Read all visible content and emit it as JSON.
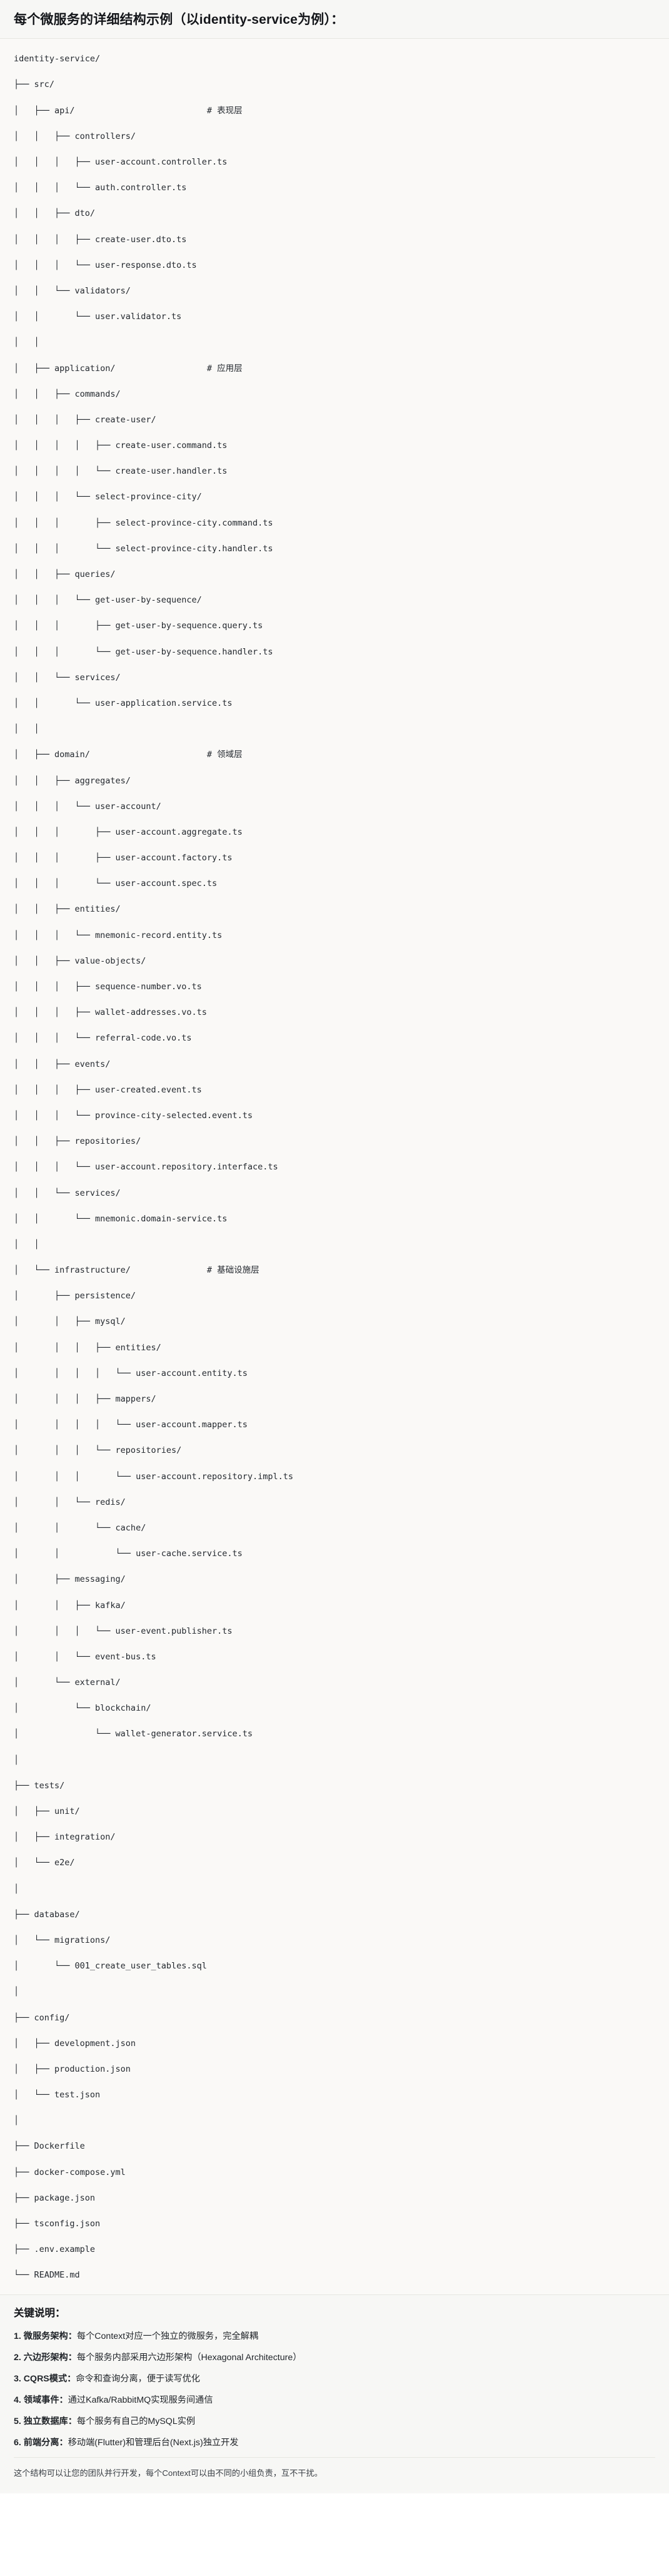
{
  "header": {
    "title": "每个微服务的详细结构示例（以identity-service为例）："
  },
  "tree": {
    "lines": [
      "identity-service/",
      "├── src/",
      "│   ├── api/                          # 表现层",
      "│   │   ├── controllers/",
      "│   │   │   ├── user-account.controller.ts",
      "│   │   │   └── auth.controller.ts",
      "│   │   ├── dto/",
      "│   │   │   ├── create-user.dto.ts",
      "│   │   │   └── user-response.dto.ts",
      "│   │   └── validators/",
      "│   │       └── user.validator.ts",
      "│   │",
      "│   ├── application/                  # 应用层",
      "│   │   ├── commands/",
      "│   │   │   ├── create-user/",
      "│   │   │   │   ├── create-user.command.ts",
      "│   │   │   │   └── create-user.handler.ts",
      "│   │   │   └── select-province-city/",
      "│   │   │       ├── select-province-city.command.ts",
      "│   │   │       └── select-province-city.handler.ts",
      "│   │   ├── queries/",
      "│   │   │   └── get-user-by-sequence/",
      "│   │   │       ├── get-user-by-sequence.query.ts",
      "│   │   │       └── get-user-by-sequence.handler.ts",
      "│   │   └── services/",
      "│   │       └── user-application.service.ts",
      "│   │",
      "│   ├── domain/                       # 领域层",
      "│   │   ├── aggregates/",
      "│   │   │   └── user-account/",
      "│   │   │       ├── user-account.aggregate.ts",
      "│   │   │       ├── user-account.factory.ts",
      "│   │   │       └── user-account.spec.ts",
      "│   │   ├── entities/",
      "│   │   │   └── mnemonic-record.entity.ts",
      "│   │   ├── value-objects/",
      "│   │   │   ├── sequence-number.vo.ts",
      "│   │   │   ├── wallet-addresses.vo.ts",
      "│   │   │   └── referral-code.vo.ts",
      "│   │   ├── events/",
      "│   │   │   ├── user-created.event.ts",
      "│   │   │   └── province-city-selected.event.ts",
      "│   │   ├── repositories/",
      "│   │   │   └── user-account.repository.interface.ts",
      "│   │   └── services/",
      "│   │       └── mnemonic.domain-service.ts",
      "│   │",
      "│   └── infrastructure/               # 基础设施层",
      "│       ├── persistence/",
      "│       │   ├── mysql/",
      "│       │   │   ├── entities/",
      "│       │   │   │   └── user-account.entity.ts",
      "│       │   │   ├── mappers/",
      "│       │   │   │   └── user-account.mapper.ts",
      "│       │   │   └── repositories/",
      "│       │   │       └── user-account.repository.impl.ts",
      "│       │   └── redis/",
      "│       │       └── cache/",
      "│       │           └── user-cache.service.ts",
      "│       ├── messaging/",
      "│       │   ├── kafka/",
      "│       │   │   └── user-event.publisher.ts",
      "│       │   └── event-bus.ts",
      "│       └── external/",
      "│           └── blockchain/",
      "│               └── wallet-generator.service.ts",
      "│",
      "├── tests/",
      "│   ├── unit/",
      "│   ├── integration/",
      "│   └── e2e/",
      "│",
      "├── database/",
      "│   └── migrations/",
      "│       └── 001_create_user_tables.sql",
      "│",
      "├── config/",
      "│   ├── development.json",
      "│   ├── production.json",
      "│   └── test.json",
      "│",
      "├── Dockerfile",
      "├── docker-compose.yml",
      "├── package.json",
      "├── tsconfig.json",
      "├── .env.example",
      "└── README.md"
    ]
  },
  "notes": {
    "title": "关键说明：",
    "items": [
      {
        "num": "1.",
        "label": "微服务架构：",
        "desc": "每个Context对应一个独立的微服务，完全解耦"
      },
      {
        "num": "2.",
        "label": "六边形架构：",
        "desc": "每个服务内部采用六边形架构（Hexagonal Architecture）"
      },
      {
        "num": "3.",
        "label": "CQRS模式：",
        "desc": "命令和查询分离，便于读写优化"
      },
      {
        "num": "4.",
        "label": "领域事件：",
        "desc": "通过Kafka/RabbitMQ实现服务间通信"
      },
      {
        "num": "5.",
        "label": "独立数据库：",
        "desc": "每个服务有自己的MySQL实例"
      },
      {
        "num": "6.",
        "label": "前端分离：",
        "desc": "移动端(Flutter)和管理后台(Next.js)独立开发"
      }
    ],
    "footer": "这个结构可以让您的团队并行开发，每个Context可以由不同的小组负责，互不干扰。"
  }
}
